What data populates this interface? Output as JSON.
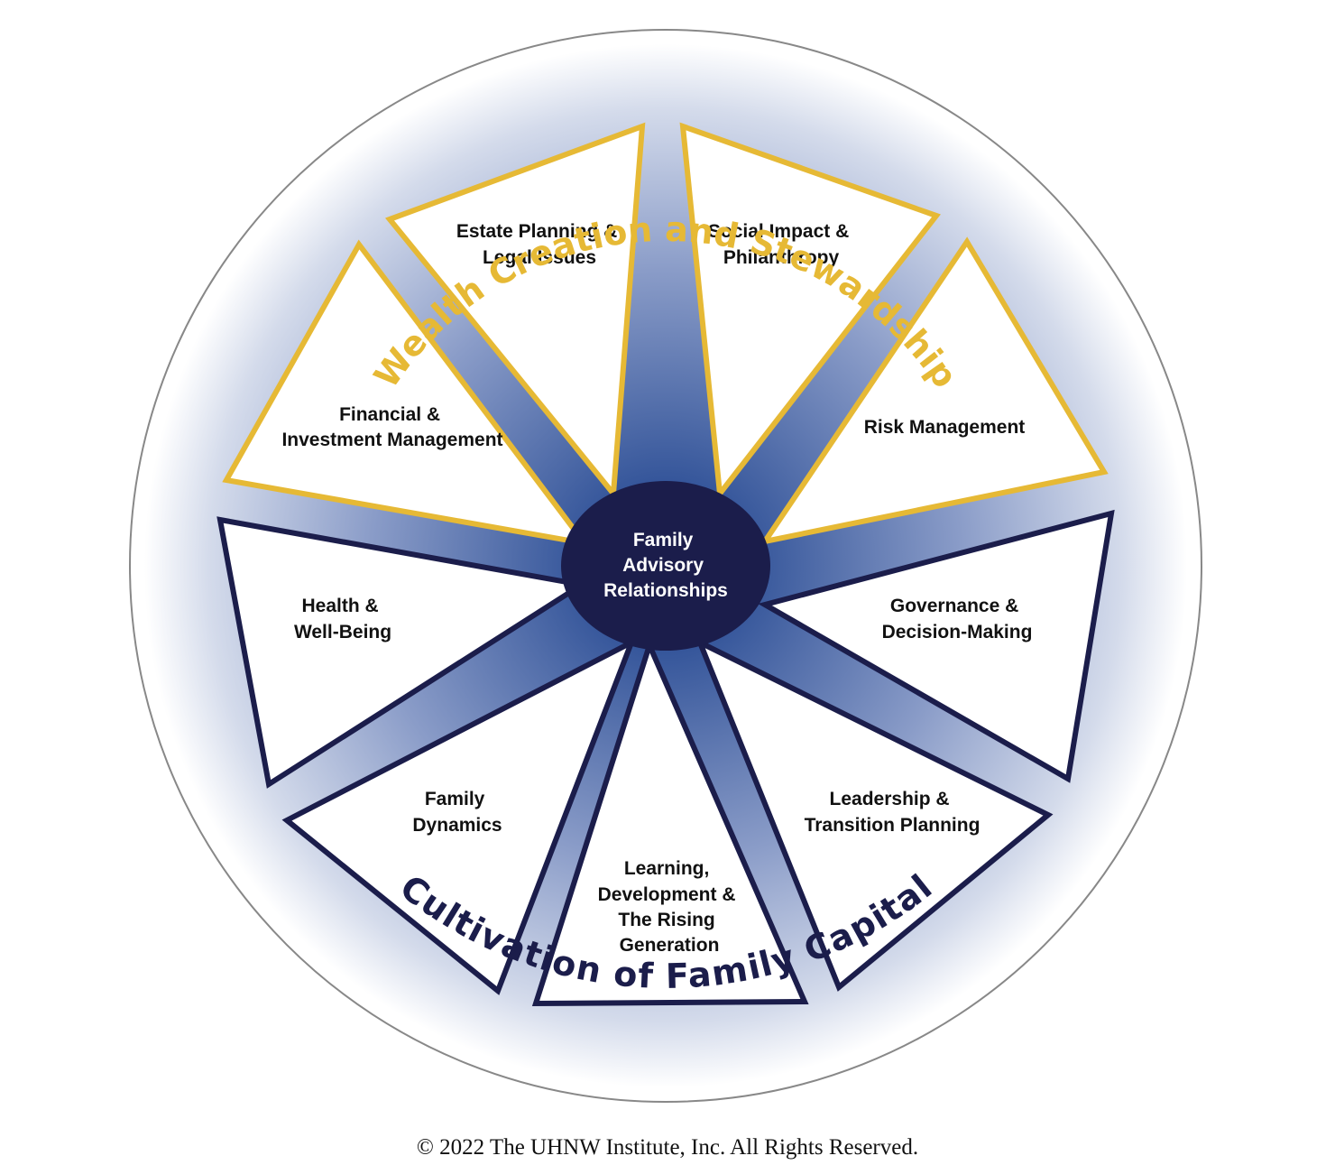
{
  "outer_ring": {
    "top_label": "Wealth Creation and Stewardship",
    "bottom_label": "Cultivation of Family Capital"
  },
  "hub": {
    "lines": [
      "Family",
      "Advisory",
      "Relationships"
    ]
  },
  "segments": [
    {
      "lines": [
        "Estate Planning &",
        "Legal Issues"
      ]
    },
    {
      "lines": [
        "Social Impact &",
        "Philanthropy"
      ]
    },
    {
      "lines": [
        "Risk Management"
      ]
    },
    {
      "lines": [
        "Governance &",
        "Decision-Making"
      ]
    },
    {
      "lines": [
        "Leadership &",
        "Transition Planning"
      ]
    },
    {
      "lines": [
        "Learning,",
        "Development &",
        "The Rising",
        "Generation"
      ]
    },
    {
      "lines": [
        "Family",
        "Dynamics"
      ]
    },
    {
      "lines": [
        "Health &",
        "Well-Being"
      ]
    },
    {
      "lines": [
        "Financial &",
        "Investment Management"
      ]
    }
  ],
  "colors": {
    "gold": "#e6b935",
    "navy": "#1b1d4b",
    "spoke_blue": "#2d4f96",
    "ring_stroke": "#888888"
  },
  "footer": {
    "copyright": "© 2022 The UHNW Institute, Inc. All Rights Reserved."
  }
}
